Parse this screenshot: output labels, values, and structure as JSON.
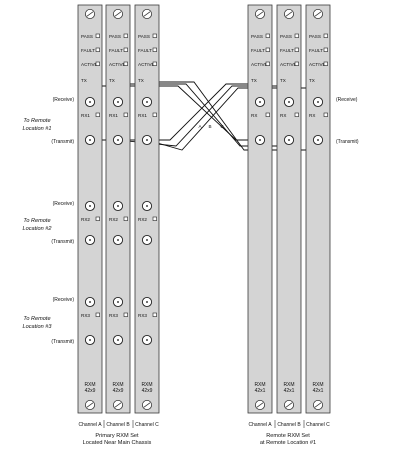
{
  "modules": [
    {
      "set": "left",
      "channel_label": "Channel A",
      "model": [
        "RXM",
        "42x9"
      ],
      "rx_labels": [
        "RX1",
        "RX2",
        "RX3"
      ]
    },
    {
      "set": "left",
      "channel_label": "Channel B",
      "model": [
        "RXM",
        "42x9"
      ],
      "rx_labels": [
        "RX1",
        "RX2",
        "RX3"
      ]
    },
    {
      "set": "left",
      "channel_label": "Channel C",
      "model": [
        "RXM",
        "42x9"
      ],
      "rx_labels": [
        "RX1",
        "RX2",
        "RX3"
      ]
    },
    {
      "set": "right",
      "channel_label": "Channel A",
      "model": [
        "RXM",
        "42x1"
      ],
      "rx_labels": [
        "RX"
      ]
    },
    {
      "set": "right",
      "channel_label": "Channel B",
      "model": [
        "RXM",
        "42x1"
      ],
      "rx_labels": [
        "RX"
      ]
    },
    {
      "set": "right",
      "channel_label": "Channel C",
      "model": [
        "RXM",
        "42x1"
      ],
      "rx_labels": [
        "RX"
      ]
    }
  ],
  "led_labels": {
    "pass": "PASS",
    "fault": "FAULT",
    "active": "ACTIVE",
    "tx": "TX"
  },
  "side_labels": {
    "receive": "(Receive)",
    "transmit": "(Transmit)"
  },
  "locations": [
    [
      "To Remote",
      "Location #1"
    ],
    [
      "To Remote",
      "Location #2"
    ],
    [
      "To Remote",
      "Location #3"
    ]
  ],
  "cross_labels": [
    "A",
    "B",
    "C"
  ],
  "captions": {
    "left": [
      "Primary RXM Set",
      "Located Near Main Chassis"
    ],
    "right": [
      "Remote RXM Set",
      "at Remote Location #1"
    ]
  }
}
